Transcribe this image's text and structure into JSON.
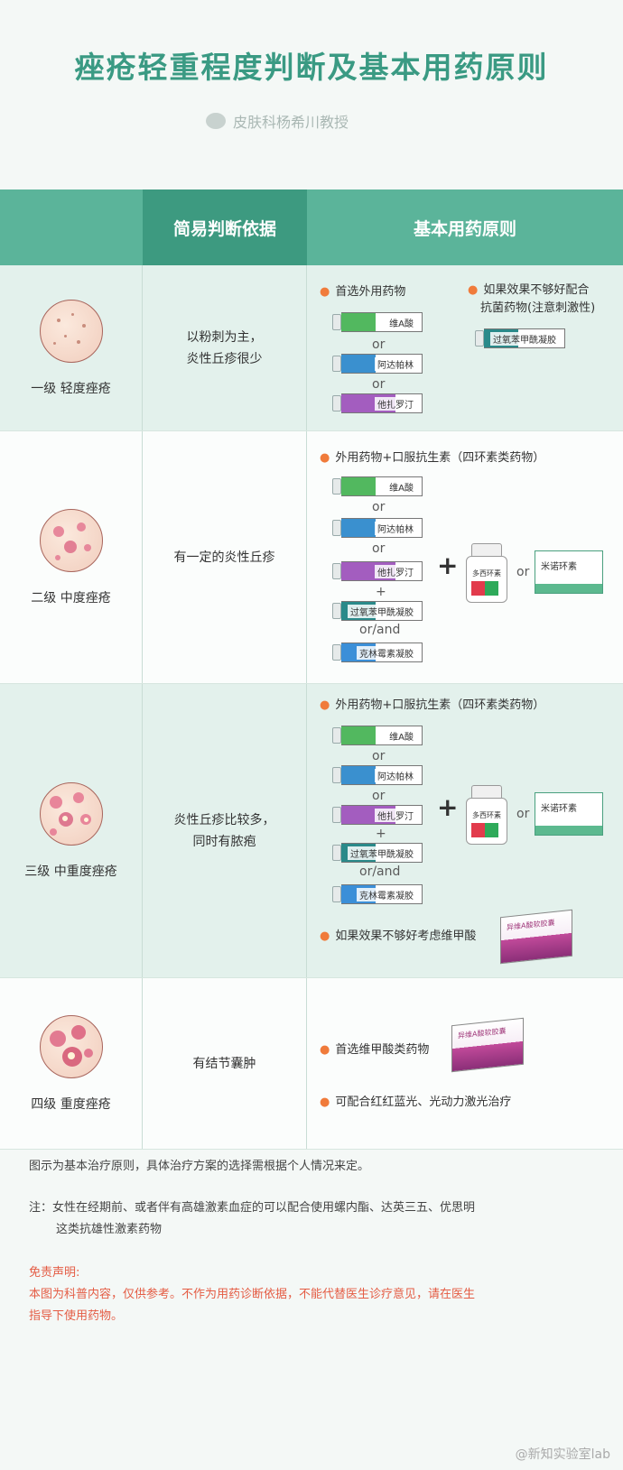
{
  "title": "痤疮轻重程度判断及基本用药原则",
  "author": "皮肤科杨希川教授",
  "header": {
    "col2": "简易判断依据",
    "col3": "基本用药原则"
  },
  "rows": [
    {
      "level": "一级 轻度痤疮",
      "basis": [
        "以粉刺为主，",
        "炎性丘疹很少"
      ],
      "b1": "首选外用药物",
      "b2a": "如果效果不够好配合",
      "b2b": "抗菌药物(注意刺激性)"
    },
    {
      "level": "二级 中度痤疮",
      "basis": [
        "有一定的炎性丘疹"
      ],
      "b1": "外用药物+口服抗生素（四环素类药物）"
    },
    {
      "level": "三级 中重度痤疮",
      "basis": [
        "炎性丘疹比较多，",
        "同时有脓疱"
      ],
      "b1": "外用药物+口服抗生素（四环素类药物）",
      "b2": "如果效果不够好考虑维甲酸"
    },
    {
      "level": "四级 重度痤疮",
      "basis": [
        "有结节囊肿"
      ],
      "b1": "首选维甲酸类药物",
      "b2": "可配合红红蓝光、光动力激光治疗"
    }
  ],
  "drugs": {
    "retinoic": "维A酸",
    "adapalene": "阿达帕林",
    "tazarotene": "他扎罗汀",
    "bpo": "过氧苯甲酰凝胶",
    "clindamycin": "克林霉素凝胶",
    "doxycycline": "多西环素",
    "minocycline": "米诺环素",
    "isotretinoin": "异维A酸软胶囊"
  },
  "words": {
    "or": "or",
    "plus": "+",
    "orand": "or/and"
  },
  "notes": {
    "n1": "图示为基本治疗原则，具体治疗方案的选择需根据个人情况来定。",
    "n2a": "注：女性在经期前、或者伴有高雄激素血症的可以配合使用螺内酯、达英三五、优思明",
    "n2b": "这类抗雄性激素药物",
    "disc_title": "免责声明:",
    "disc1": "本图为科普内容，仅供参考。不作为用药诊断依据，不能代替医生诊疗意见，请在医生",
    "disc2": "指导下使用药物。"
  },
  "watermark": "@新知实验室lab"
}
